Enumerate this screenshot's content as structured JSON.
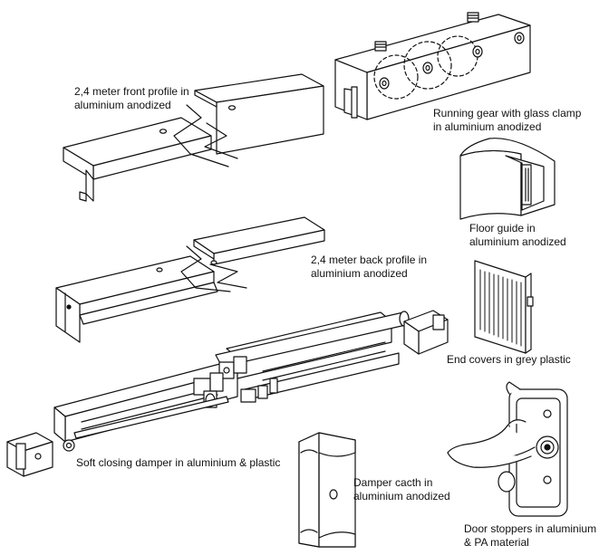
{
  "colors": {
    "line": "#111111",
    "fill": "#ffffff",
    "shade": "#e9e9e9",
    "dark": "#333333"
  },
  "labels": {
    "front_profile": [
      "2,4 meter front profile in",
      "aluminium anodized"
    ],
    "running_gear": [
      "Running gear with glass clamp",
      "in aluminium anodized"
    ],
    "floor_guide": [
      "Floor guide in",
      "aluminium anodized"
    ],
    "back_profile": [
      "2,4 meter back profile in",
      "aluminium anodized"
    ],
    "end_covers": [
      "End covers in grey plastic"
    ],
    "damper": [
      "Soft closing damper in aluminium & plastic"
    ],
    "damper_catch": [
      "Damper cacth in",
      "aluminium anodized"
    ],
    "door_stoppers": [
      "Door stoppers in aluminium",
      "& PA material"
    ]
  }
}
